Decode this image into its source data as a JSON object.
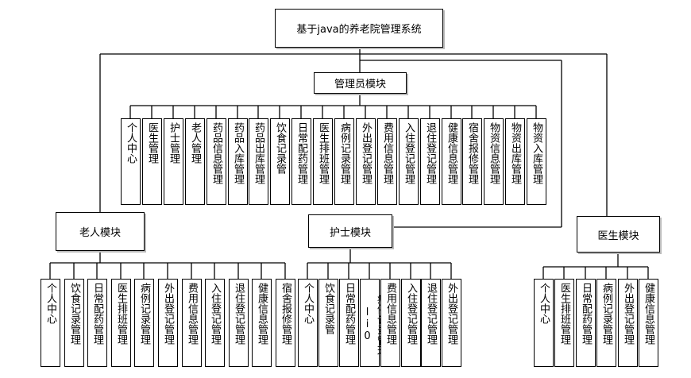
{
  "root": "基于java的养老院管理系统",
  "admin": {
    "title": "管理员模块",
    "items": [
      "个人中心",
      "医生管理",
      "护士管理",
      "老人管理",
      "药品信息管理",
      "药品入库管理",
      "药品出库管理",
      "饮食记录管",
      "日常配药管理",
      "医生排班管理",
      "病例记录管理",
      "外出登记管理",
      "费用信息管理",
      "入住登记管理",
      "退住登记管理",
      "健康信息管理",
      "宿舍报修管理",
      "物资信息管理",
      "物资出库管理",
      "物资入库管理"
    ]
  },
  "elder": {
    "title": "老人模块",
    "items": [
      "个人中心",
      "饮食记录管理",
      "日常配药管理",
      "医生排班管理",
      "病例记录管理",
      "外出登记管理",
      "费用信息管理",
      "入住登记管理",
      "退住登记管理",
      "健康信息管理",
      "宿舍报修管理"
    ]
  },
  "nurse": {
    "title": "护士模块",
    "items": [
      "个人中心",
      "饮食记录管",
      "日常配药管理",
      "病例记录管理li0",
      "费用信息管理",
      "入住登记管理",
      "退住登记管理",
      "外出登记管理"
    ]
  },
  "doctor": {
    "title": "医生模块",
    "items": [
      "个人中心",
      "医生排班管理",
      "日常配药管理",
      "病例记录管理",
      "外出登记管理",
      "健康信息管理"
    ]
  }
}
